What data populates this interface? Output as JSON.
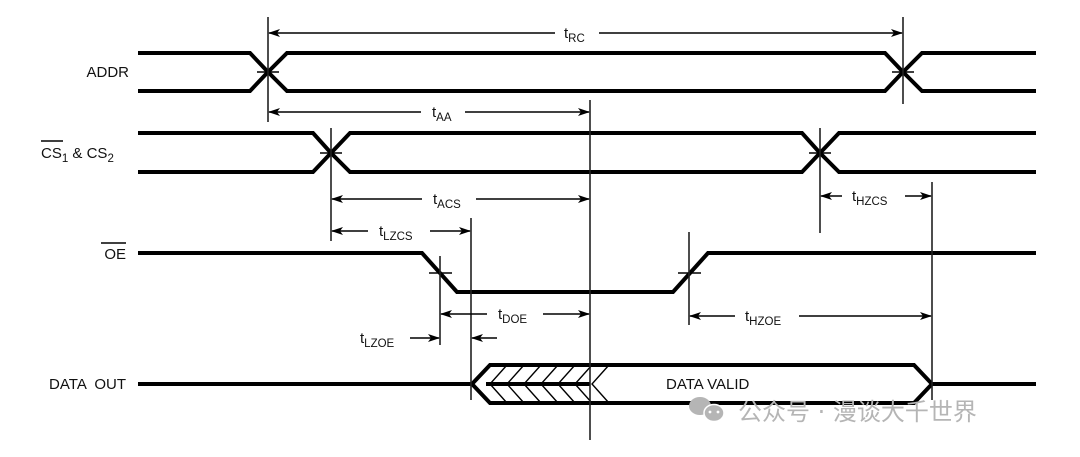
{
  "signals": [
    {
      "id": "addr",
      "label": "ADDR"
    },
    {
      "id": "cs",
      "label_main": "CS",
      "label_sub1": "1",
      "label_amp": " & CS",
      "label_sub2": "2",
      "overbar": "CS"
    },
    {
      "id": "oe",
      "label": "OE",
      "overbar": true
    },
    {
      "id": "dout",
      "label": "DATA  OUT"
    }
  ],
  "timings": {
    "tRC": {
      "t": "t",
      "sub": "RC"
    },
    "tAA": {
      "t": "t",
      "sub": "AA"
    },
    "tACS": {
      "t": "t",
      "sub": "ACS"
    },
    "tLZCS": {
      "t": "t",
      "sub": "LZCS"
    },
    "tHZCS": {
      "t": "t",
      "sub": "HZCS"
    },
    "tDOE": {
      "t": "t",
      "sub": "DOE"
    },
    "tLZOE": {
      "t": "t",
      "sub": "LZOE"
    },
    "tHZOE": {
      "t": "t",
      "sub": "HZOE"
    }
  },
  "data_valid_label": "DATA VALID",
  "watermark": "公众号 · 漫谈大千世界"
}
